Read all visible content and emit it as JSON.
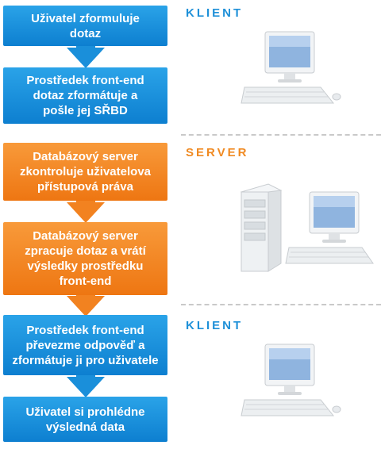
{
  "steps": [
    {
      "text": "Uživatel zformuluje\ndotaz",
      "color": "blue"
    },
    {
      "text": "Prostředek front-end\ndotaz zformátuje a\npošle jej SŘBD",
      "color": "blue"
    },
    {
      "text": "Databázový server\nzkontroluje uživatelova\npřístupová práva",
      "color": "orange"
    },
    {
      "text": "Databázový server\nzpracuje dotaz a vrátí\nvýsledky prostředku\nfront-end",
      "color": "orange"
    },
    {
      "text": "Prostředek front-end\npřevezme odpověď a\nzformátuje ji pro uživatele",
      "color": "blue"
    },
    {
      "text": "Uživatel si prohlédne\nvýsledná data",
      "color": "blue"
    }
  ],
  "sections": [
    {
      "label": "KLIENT",
      "color": "#1e90d8"
    },
    {
      "label": "SERVER",
      "color": "#f08a22"
    },
    {
      "label": "KLIENT",
      "color": "#1e90d8"
    }
  ],
  "icons": [
    "desktop-computer-icon",
    "server-tower-icon",
    "desktop-computer-icon"
  ],
  "colors": {
    "blue": "#1a8fda",
    "orange": "#f28220"
  }
}
